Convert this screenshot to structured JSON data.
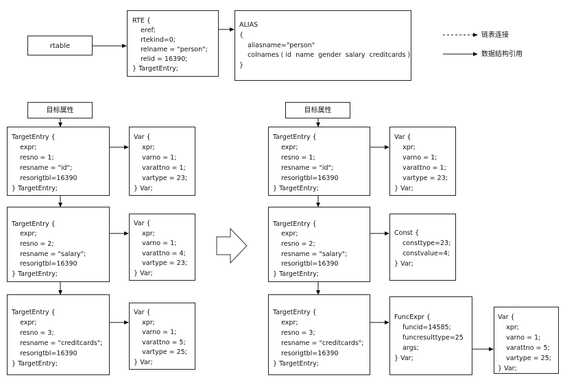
{
  "rtable": {
    "label": "rtable"
  },
  "rte": {
    "lines": [
      "RTE {",
      "    eref;",
      "    rtekind=0;",
      "    relname = \"person\";",
      "    relid = 16390;",
      "} TargetEntry;"
    ]
  },
  "alias": {
    "lines": [
      "ALIAS",
      "{",
      "    aliasname=\"person\"",
      "    colnames ( id  name  gender  salary  creditcards )",
      "}"
    ]
  },
  "legend": {
    "dashed": "链表连接",
    "solid": "数据结构引用"
  },
  "left": {
    "header": "目标属性",
    "targets": [
      {
        "lines": [
          "TargetEntry {",
          "    expr;",
          "    resno = 1;",
          "    resname = \"id\";",
          "    resorigtbl=16390",
          "} TargetEntry;"
        ]
      },
      {
        "lines": [
          "TargetEntry {",
          "    expr;",
          "    resno = 2;",
          "    resname = \"salary\";",
          "    resorigtbl=16390",
          "} TargetEntry;"
        ]
      },
      {
        "lines": [
          "TargetEntry {",
          "    expr;",
          "    resno = 3;",
          "    resname = \"creditcards\";",
          "    resorigtbl=16390",
          "} TargetEntry;"
        ]
      }
    ],
    "vars": [
      {
        "lines": [
          "Var {",
          "    xpr;",
          "    varno = 1;",
          "    varattno = 1;",
          "    vartype = 23;",
          "} Var;"
        ]
      },
      {
        "lines": [
          "Var {",
          "    xpr;",
          "    varno = 1;",
          "    varattno = 4;",
          "    vartype = 23;",
          "} Var;"
        ]
      },
      {
        "lines": [
          "Var {",
          "    xpr;",
          "    varno = 1;",
          "    varattno = 5;",
          "    vartype = 25;",
          "} Var;"
        ]
      }
    ]
  },
  "right": {
    "header": "目标属性",
    "targets": [
      {
        "lines": [
          "TargetEntry {",
          "    expr;",
          "    resno = 1;",
          "    resname = \"id\";",
          "    resorigtbl=16390",
          "} TargetEntry;"
        ]
      },
      {
        "lines": [
          "TargetEntry {",
          "    expr;",
          "    resno = 2;",
          "    resname = \"salary\";",
          "    resorigtbl=16390",
          "} TargetEntry;"
        ]
      },
      {
        "lines": [
          "TargetEntry {",
          "    expr;",
          "    resno = 3;",
          "    resname = \"creditcards\";",
          "    resorigtbl=16390",
          "} TargetEntry;"
        ]
      }
    ],
    "var1": {
      "lines": [
        "Var {",
        "    xpr;",
        "    varno = 1;",
        "    varattno = 1;",
        "    vartype = 23;",
        "} Var;"
      ]
    },
    "const": {
      "lines": [
        "Const {",
        "    consttype=23;",
        "    constvalue=4;",
        "} Var;"
      ]
    },
    "funcexpr": {
      "lines": [
        "FuncExpr {",
        "    funcid=14585;",
        "    funcresulttype=25",
        "    args;",
        "} Var;"
      ]
    },
    "argvar": {
      "lines": [
        "Var {",
        "    xpr;",
        "    varno = 1;",
        "    varattno = 5;",
        "    vartype = 25;",
        "} Var;"
      ]
    }
  }
}
